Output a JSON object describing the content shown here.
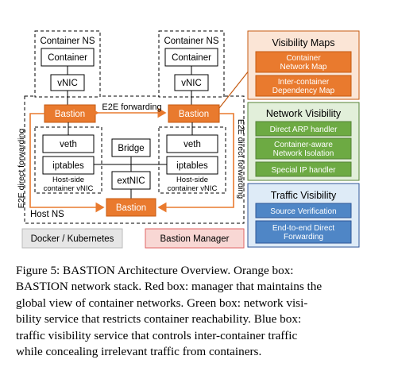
{
  "figure": {
    "left_stack": {
      "ns_label": "Container NS",
      "container": "Container",
      "vnic": "vNIC",
      "bastion": "Bastion",
      "veth": "veth",
      "iptables": "iptables",
      "host_side": [
        "Host-side",
        "container vNIC"
      ]
    },
    "right_stack": {
      "ns_label": "Container NS",
      "container": "Container",
      "vnic": "vNIC",
      "bastion": "Bastion",
      "veth": "veth",
      "iptables": "iptables",
      "host_side": [
        "Host-side",
        "container vNIC"
      ]
    },
    "bridge": "Bridge",
    "extnic": "extNIC",
    "center_bastion": "Bastion",
    "host_ns": "Host NS",
    "e2e_forwarding": "E2E forwarding",
    "e2e_direct_left": "E2E direct forwarding",
    "e2e_direct_right": "E2E direct forwarding",
    "docker": "Docker / Kubernetes",
    "bastion_manager": "Bastion Manager",
    "visibility_maps": {
      "title": "Visibility Maps",
      "items": [
        [
          "Container",
          "Network Map"
        ],
        [
          "Inter-container",
          "Dependency Map"
        ]
      ]
    },
    "network_visibility": {
      "title": "Network Visibility",
      "items": [
        [
          "Direct ARP handler"
        ],
        [
          "Container-aware",
          "Network Isolation"
        ],
        [
          "Special IP handler"
        ]
      ]
    },
    "traffic_visibility": {
      "title": "Traffic Visibility",
      "items": [
        [
          "Source Verification"
        ],
        [
          "End-to-end Direct",
          "Forwarding"
        ]
      ]
    },
    "colors": {
      "orange": "#E97A2E",
      "orange_panel": "#FBE5D6",
      "orange_border": "#C55A11",
      "green": "#6DAA43",
      "green_panel": "#E2EFDA",
      "green_border": "#548235",
      "blue": "#4F86C6",
      "blue_panel": "#DEEBF7",
      "blue_border": "#2F5597",
      "red_panel": "#F8D7D4",
      "red_border": "#E06666",
      "grey_panel": "#E6E6E6"
    }
  },
  "caption": {
    "lines": [
      "Figure 5: BASTION Architecture Overview. Orange box:",
      "BASTION network stack. Red box: manager that maintains the",
      "global view of container networks. Green box: network visi-",
      "bility service that restricts container reachability. Blue box:",
      "traffic visibility service that controls inter-container traffic",
      "while concealing irrelevant traffic from containers."
    ]
  }
}
